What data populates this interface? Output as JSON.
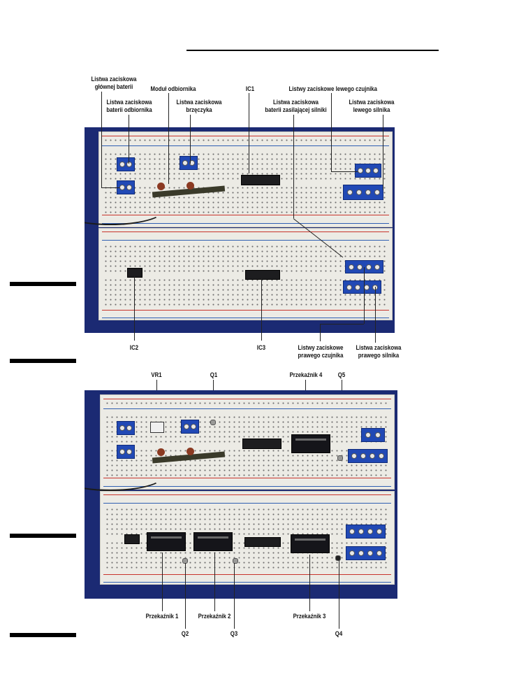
{
  "figure_top": {
    "labels": {
      "main_battery_terminal": "Listwa zaciskowa\ngłównej baterii",
      "receiver_battery_terminal": "Listwa zaciskowa\nbaterii odbiornika",
      "receiver_module": "Moduł odbiornika",
      "buzzer_terminal": "Listwa zaciskowa\nbrzęczyka",
      "ic1": "IC1",
      "motor_battery_terminal": "Listwa zaciskowa\nbaterii zasilającej silniki",
      "left_sensor_terminals": "Listwy zaciskowe lewego czujnika",
      "left_motor_terminal": "Listwa zaciskowa\nlewego silnika",
      "ic2": "IC2",
      "ic3": "IC3",
      "right_sensor_terminals": "Listwy zaciskowe\nprawego czujnika",
      "right_motor_terminal": "Listwa zaciskowa\nprawego silnika"
    }
  },
  "figure_bottom": {
    "labels": {
      "vr1": "VR1",
      "q1": "Q1",
      "relay4": "Przekaźnik 4",
      "q5": "Q5",
      "relay1": "Przekaźnik 1",
      "relay2": "Przekaźnik 2",
      "relay3": "Przekaźnik 3",
      "q2": "Q2",
      "q3": "Q3",
      "q4": "Q4"
    }
  },
  "colors": {
    "background": "#1b2a73",
    "breadboard": "#ecebe5",
    "terminal_block": "#2149b5",
    "rail_red": "#c8342c",
    "rail_blue": "#2f5fb2"
  }
}
